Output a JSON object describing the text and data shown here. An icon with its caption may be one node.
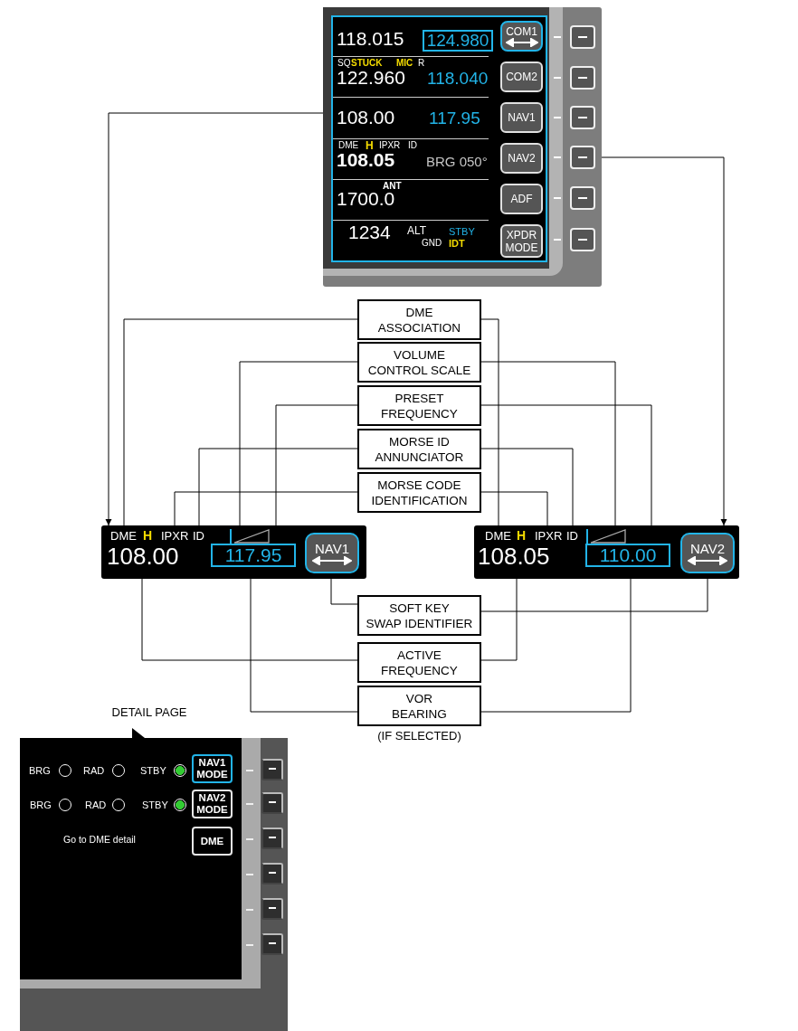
{
  "diagram": {
    "nodes": [
      {
        "text": [],
        "shape": "box"
      },
      {
        "text": [
          "124.980"
        ],
        "in": 0
      },
      {
        "text": [
          "COM1"
        ],
        "in": 0
      },
      {
        "text": [
          "COM2"
        ],
        "in": 0
      },
      {
        "text": [
          "NAV1"
        ],
        "in": 0
      },
      {
        "text": [
          "NAV2"
        ],
        "in": 0
      },
      {
        "text": [
          "ADF"
        ],
        "in": 0
      },
      {
        "text": [
          "XPDR MODE"
        ],
        "in": 0
      },
      {
        "text": [],
        "shape": "box",
        "in": 0
      },
      {
        "text": [],
        "shape": "box",
        "in": 0
      },
      {
        "text": [],
        "shape": "box",
        "in": 0
      },
      {
        "text": [],
        "shape": "box",
        "in": 0
      },
      {
        "text": [],
        "shape": "box",
        "in": 0
      },
      {
        "text": [],
        "shape": "box",
        "in": 0
      },
      {
        "text": [],
        "shape": "box"
      },
      {
        "text": [
          "DME"
        ],
        "in": 14
      },
      {
        "text": [
          "IPXR"
        ],
        "in": 14
      },
      {
        "text": [
          "ID"
        ],
        "in": 14
      },
      {
        "text": [],
        "shape": "triangle",
        "in": 14
      },
      {
        "text": [
          "108.00"
        ],
        "in": 14
      },
      {
        "text": [
          "117.95"
        ],
        "in": 14
      },
      {
        "text": [
          "NAV1"
        ],
        "in": 14
      },
      {
        "text": [],
        "shape": "box"
      },
      {
        "text": [
          "DME"
        ],
        "in": 22
      },
      {
        "text": [
          "IPXR"
        ],
        "in": 22
      },
      {
        "text": [
          "ID"
        ],
        "in": 22
      },
      {
        "text": [],
        "shape": "triangle",
        "in": 22
      },
      {
        "text": [
          "108.05"
        ],
        "in": 22
      },
      {
        "text": [
          "110.00"
        ],
        "in": 22
      },
      {
        "text": [
          "NAV2"
        ],
        "in": 22
      },
      {
        "text": [
          "DME ASSOCIATION"
        ]
      },
      {
        "text": [
          "VOLUME CONTROL SCALE"
        ]
      },
      {
        "text": [
          "PRESET FREQUENCY"
        ]
      },
      {
        "text": [
          "MORSE ID ANNUNCIATOR"
        ]
      },
      {
        "text": [
          "MORSE CODE IDENTIFICATION"
        ]
      },
      {
        "text": [
          "SOFT KEY SWAP IDENTIFIER"
        ]
      },
      {
        "text": [
          "ACTIVE FREQUENCY"
        ]
      },
      {
        "text": [
          "VOR BEARING"
        ],
        "beside": [
          "(IF SELECTED)"
        ]
      },
      {
        "text": [
          "DETAIL PAGE"
        ]
      },
      {
        "text": [
          "NAV1 MODE"
        ],
        "in": 38
      },
      {
        "text": [
          "NAV2 MODE"
        ],
        "in": 38
      },
      {
        "text": [
          "DME"
        ],
        "in": 38
      },
      {
        "text": [],
        "shape": "box",
        "in": 38
      },
      {
        "text": [],
        "shape": "box",
        "in": 38
      },
      {
        "text": [],
        "shape": "box",
        "in": 38
      },
      {
        "text": [],
        "shape": "box",
        "in": 38
      },
      {
        "text": [],
        "shape": "box",
        "in": 38
      },
      {
        "text": [],
        "shape": "box",
        "in": 38
      }
    ],
    "edges": [
      {
        "from": 0,
        "to": 14,
        "arrow": "to"
      },
      {
        "from": 11,
        "to": 22,
        "arrow": "to"
      },
      {
        "from": 30,
        "to": 15,
        "arrow": "none"
      },
      {
        "from": 30,
        "to": 23,
        "arrow": "none"
      },
      {
        "from": 31,
        "to": 18,
        "arrow": "none"
      },
      {
        "from": 31,
        "to": 26,
        "arrow": "none"
      },
      {
        "from": 32,
        "to": 20,
        "arrow": "none"
      },
      {
        "from": 32,
        "to": 28,
        "arrow": "none"
      },
      {
        "from": 33,
        "to": 17,
        "arrow": "none"
      },
      {
        "from": 33,
        "to": 25,
        "arrow": "none"
      },
      {
        "from": 34,
        "to": 16,
        "arrow": "none"
      },
      {
        "from": 34,
        "to": 24,
        "arrow": "none"
      },
      {
        "from": 35,
        "to": 21,
        "arrow": "none"
      },
      {
        "from": 35,
        "to": 29,
        "arrow": "none"
      },
      {
        "from": 36,
        "to": 19,
        "arrow": "none"
      },
      {
        "from": 36,
        "to": 27,
        "arrow": "none"
      },
      {
        "from": 37,
        "to": 20,
        "arrow": "none"
      },
      {
        "from": 37,
        "to": 28,
        "arrow": "none"
      }
    ],
    "labels": [
      "118.015",
      "SQ",
      "STUCK",
      "MIC",
      "R",
      "122.960",
      "118.040",
      "108.00",
      "117.95",
      "DME",
      "H",
      "IPXR",
      "ID",
      "108.05",
      "BRG 050°",
      "ANT",
      "1700.0",
      "1234",
      "ALT",
      "STBY",
      "GND",
      "IDT",
      "H",
      "H",
      "BRG",
      "RAD",
      "STBY",
      "BRG",
      "RAD",
      "STBY",
      "Go to DME detail"
    ]
  }
}
